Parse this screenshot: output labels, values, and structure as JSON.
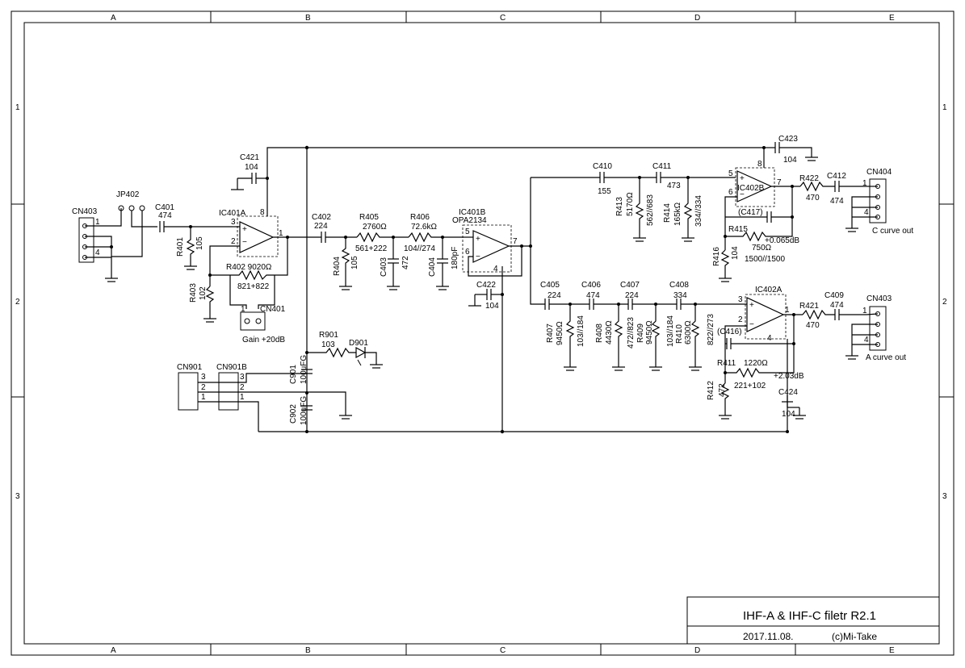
{
  "frame": {
    "columns_top": [
      "A",
      "B",
      "C",
      "D",
      "E"
    ],
    "columns_bottom": [
      "A",
      "B",
      "C",
      "D",
      "E"
    ],
    "rows_left": [
      "1",
      "2",
      "3"
    ],
    "rows_right": [
      "1",
      "2",
      "3"
    ]
  },
  "title_block": {
    "title": "IHF-A & IHF-C filetr  R2.1",
    "date": "2017.11.08.",
    "author": "(c)Mi-Take"
  },
  "labels": {
    "cn403_in": "CN403",
    "jp402": "JP402",
    "c401": "C401",
    "c401_v": "474",
    "r401": "R401",
    "r401_v": "105",
    "r403": "R403",
    "r403_v": "102",
    "c421": "C421",
    "c421_v": "104",
    "ic401a": "IC401A",
    "r402": "R402 9020Ω",
    "r402_v": "821+822",
    "cn401": "CN401",
    "gain": "Gain +20dB",
    "c402": "C402",
    "c402_v": "224",
    "r404": "R404",
    "r404_v": "105",
    "r405": "R405",
    "r405_v": "2760Ω",
    "r405_c": "561+222",
    "c403": "C403",
    "c403_v": "472",
    "r406": "R406",
    "r406_v": "72.6kΩ",
    "r406_c": "104//274",
    "c404": "C404",
    "c404_v": "180pF",
    "ic401b": "IC401B",
    "opa": "OPA2134",
    "c422": "C422",
    "c422_v": "104",
    "c423": "C423",
    "c423_v": "104",
    "c410": "C410",
    "c410_v": "155",
    "c411": "C411",
    "c411_v": "473",
    "r413": "R413",
    "r413_v": "5170Ω",
    "r413_c": "562//683",
    "r414": "R414",
    "r414_v": "165kΩ",
    "r414_c": "334//334",
    "ic402b": "IC402B",
    "c417": "(C417)",
    "r415": "R415",
    "r415_v": "750Ω",
    "r415_c": "1500//1500",
    "r415_g": "+0.065dB",
    "r416": "R416",
    "r416_v": "104",
    "r422": "R422",
    "r422_v": "470",
    "c412": "C412",
    "c412_v": "474",
    "cn404": "CN404",
    "c_out": "C curve out",
    "c405": "C405",
    "c405_v": "224",
    "c406": "C406",
    "c406_v": "474",
    "c407": "C407",
    "c407_v": "224",
    "c408": "C408",
    "c408_v": "334",
    "r407": "R407",
    "r407_v": "9450Ω",
    "r407_c": "103//184",
    "r408": "R408",
    "r408_v": "4430Ω",
    "r408_c": "472//823",
    "r409": "R409",
    "r409_v": "9450Ω",
    "r409_c": "103//184",
    "r410": "R410",
    "r410_v": "6300Ω",
    "r410_c": "822//273",
    "ic402a": "IC402A",
    "c416": "(C416)",
    "r411": "R411",
    "r411_v": "1220Ω",
    "r411_c": "221+102",
    "r411_g": "+2.03dB",
    "r412": "R412",
    "r412_v": "472",
    "c424": "C424",
    "c424_v": "104",
    "r421": "R421",
    "r421_v": "470",
    "c409": "C409",
    "c409_v": "474",
    "cn403_out": "CN403",
    "a_out": "A curve out",
    "r901": "R901",
    "r901_v": "103",
    "d901": "D901",
    "c901": "C901",
    "c901_v": "100uFG",
    "c902": "C902",
    "c902_v": "100uFG",
    "cn901": "CN901",
    "cn901b": "CN901B",
    "p1": "1",
    "p2": "2",
    "p3": "3",
    "p4": "4",
    "p5": "5",
    "p6": "6",
    "p7": "7",
    "p8": "8"
  }
}
